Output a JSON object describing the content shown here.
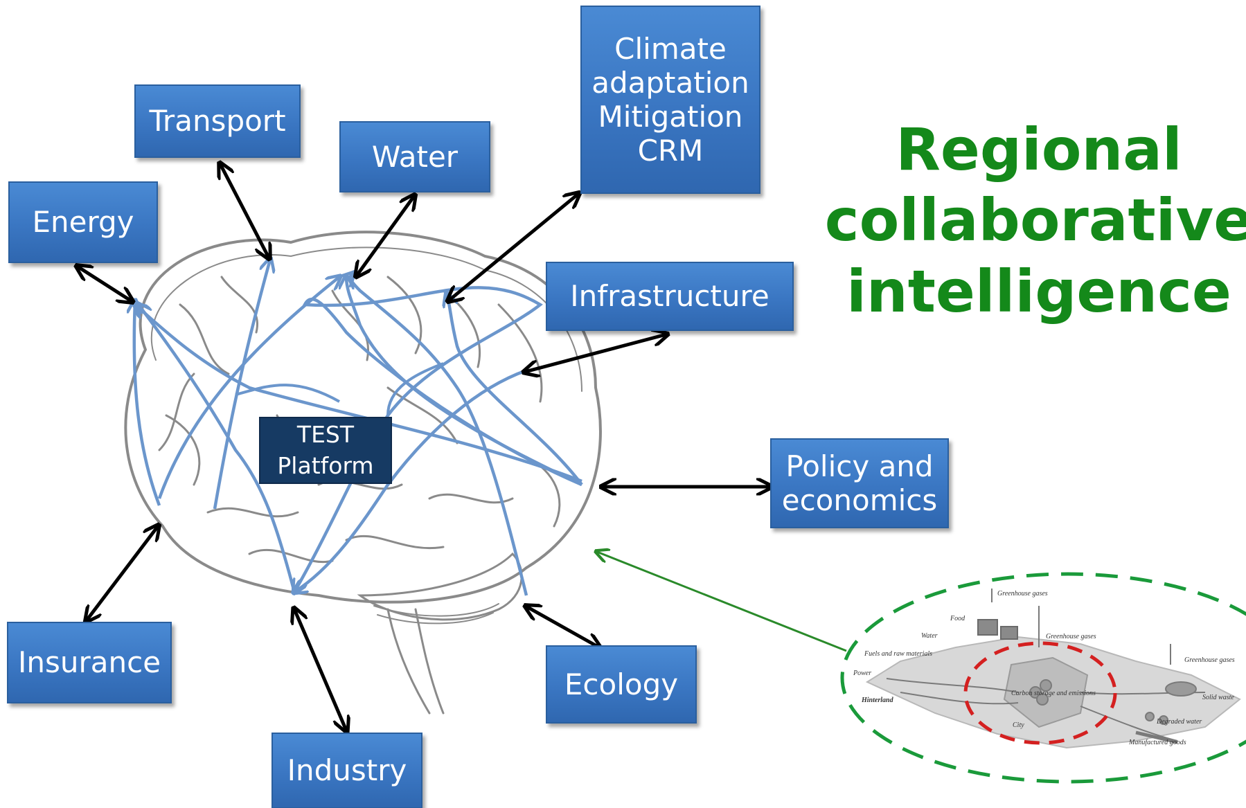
{
  "headline": "Regional\ncollaborative\n intelligence",
  "center": {
    "label": "TEST\nPlatform"
  },
  "nodes": {
    "energy": "Energy",
    "transport": "Transport",
    "water": "Water",
    "climate": "Climate\nadaptation\nMitigation\nCRM",
    "infrastructure": "Infrastructure",
    "policy": "Policy and\neconomics",
    "insurance": "Insurance",
    "industry": "Industry",
    "ecology": "Ecology"
  },
  "colors": {
    "node_fill": "#3a76c2",
    "platform_fill": "#163a63",
    "headline": "#14891a",
    "blue_paths": "#6b96cc",
    "inset_dashed_border": "#1a9a3a",
    "inset_city_ring": "#d42020"
  },
  "inset": {
    "labels": [
      "Greenhouse gases",
      "Food",
      "Water",
      "Fuels and raw materials",
      "Greenhouse gases",
      "Power",
      "Hinterland",
      "Carbon storage and emissions",
      "City",
      "Greenhouse gases",
      "Solid waste",
      "Degraded water",
      "Manufactured goods"
    ]
  }
}
